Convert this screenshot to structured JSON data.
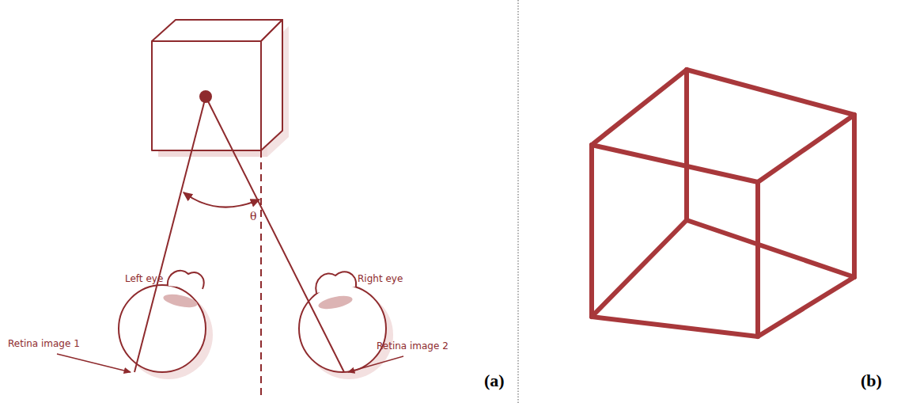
{
  "diagram": {
    "labels": [
      "Left eye",
      "Right eye",
      "Retina image 1",
      "Retina image 2",
      "θ",
      "(a)",
      "(b)"
    ]
  }
}
